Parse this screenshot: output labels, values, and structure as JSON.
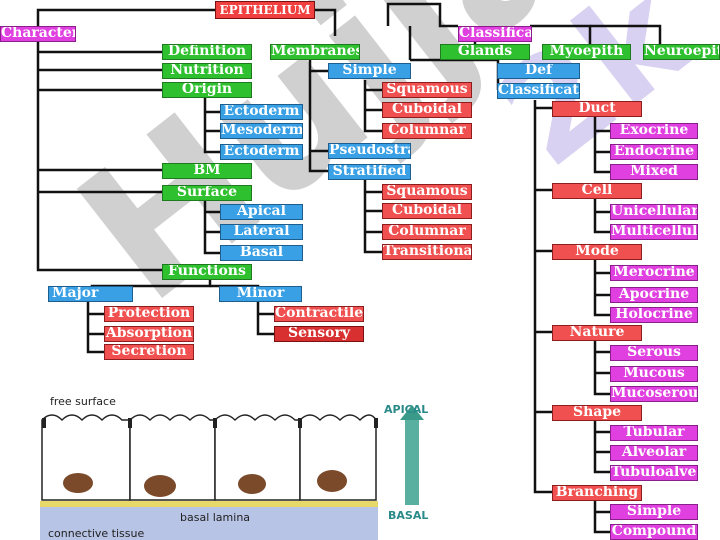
{
  "root": "EPITHELIUM",
  "nodes": {
    "characteristics": "Characteri",
    "definition": "Definition",
    "nutrition": "Nutrition",
    "origin": "Origin",
    "ectoderm1": "Ectoderm",
    "mesoderm": "Mesoderm",
    "ectoderm2": "Ectoderm",
    "bm": "BM",
    "surface": "Surface",
    "apical": "Apical",
    "lateral": "Lateral",
    "basal": "Basal",
    "functions": "Functions",
    "major": "Major",
    "minor": "Minor",
    "protection": "Protection",
    "absorption": "Absorption",
    "secretion": "Secretion",
    "contractile": "Contractile",
    "sensory": "Sensory",
    "membranes": "Membranes",
    "simple": "Simple",
    "squamous1": "Squamous",
    "cuboidal1": "Cuboidal",
    "columnar1": "Columnar",
    "pseudostra": "Pseudostra",
    "stratified": "Stratified",
    "squamous2": "Squamous",
    "cuboidal2": "Cuboidal",
    "columnar2": "Columnar",
    "transitional": "Transitiona",
    "classification_top": "Classifica",
    "glands": "Glands",
    "myoepith": "Myoepith",
    "neuroepith": "Neuroepit",
    "def": "Def",
    "classification": "Classificati",
    "duct": "Duct",
    "exocrine": "Exocrine",
    "endocrine": "Endocrine",
    "mixed": "Mixed",
    "cell": "Cell",
    "unicellular": "Unicellular",
    "multicellular": "Multicellula",
    "mode": "Mode",
    "merocrine": "Merocrine",
    "apocrine": "Apocrine",
    "holocrine": "Holocrine",
    "nature": "Nature",
    "serous": "Serous",
    "mucous": "Mucous",
    "mucoserous": "Mucoserous",
    "shape": "Shape",
    "tubular": "Tubular",
    "alveolar": "Alveolar",
    "tubuloalveolar": "Tubuloalveo",
    "branching": "Branching",
    "simple2": "Simple",
    "compound": "Compound"
  },
  "illustration": {
    "free_surface": "free surface",
    "basal_lamina": "basal lamina",
    "connective_tissue": "connective tissue",
    "apical": "APICAL",
    "basal": "BASAL"
  },
  "watermark": "Hujja",
  "watermark2": "2k",
  "colors": {
    "green": "#2fc02f",
    "blue": "#3aa0e6",
    "red": "#f05050",
    "pink": "#e040e0",
    "arrow": "#3a9a8a"
  }
}
